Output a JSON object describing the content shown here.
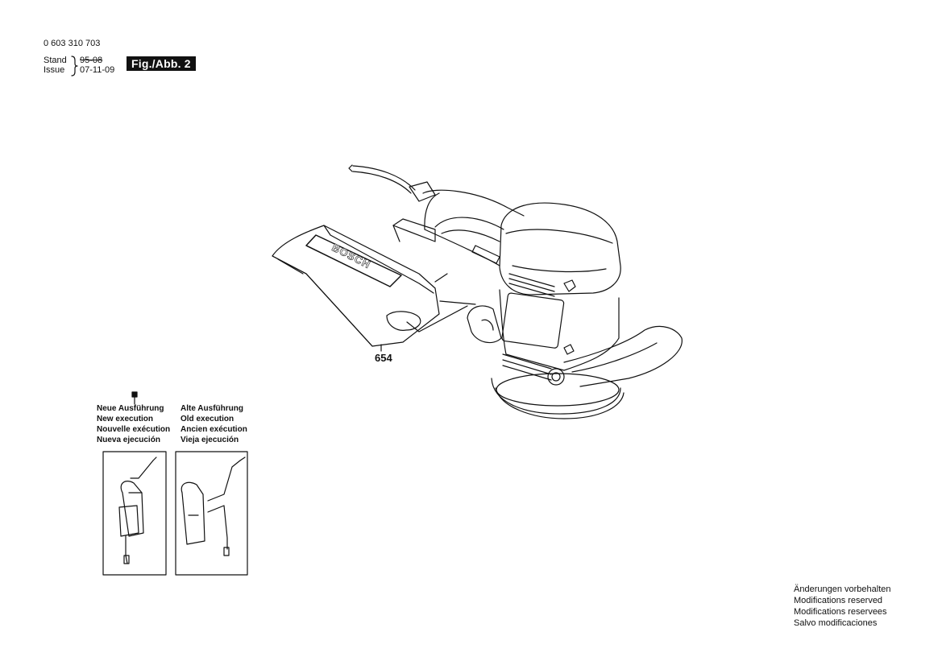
{
  "header": {
    "part_number": "0 603 310 703",
    "stand_label": "Stand",
    "issue_label": "Issue",
    "old_date": "95-08",
    "new_date": "07-11-09",
    "figure_label": "Fig./Abb. 2"
  },
  "callouts": [
    {
      "number": "654",
      "part": "dust-bag"
    }
  ],
  "legend": {
    "new_execution": [
      "Neue Ausführung",
      "New execution",
      "Nouvelle exécution",
      "Nueva ejecución"
    ],
    "old_execution": [
      "Alte Ausführung",
      "Old execution",
      "Ancien exécution",
      "Vieja ejecución"
    ]
  },
  "bag_brand": "BOSCH",
  "footer": {
    "notes": [
      "Änderungen vorbehalten",
      "Modifications reserved",
      "Modifications reservees",
      "Salvo modificaciones"
    ]
  },
  "colors": {
    "ink": "#111111",
    "paper": "#ffffff"
  }
}
